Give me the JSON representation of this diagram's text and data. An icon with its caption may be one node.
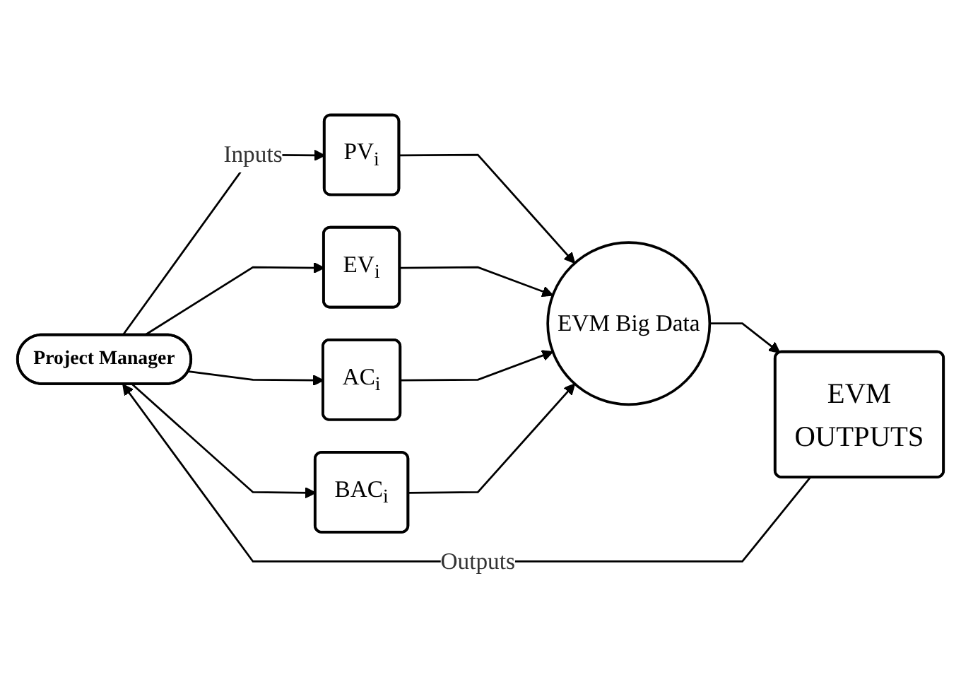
{
  "diagram": {
    "nodes": [
      {
        "text": [
          "Project Manager"
        ]
      },
      {
        "text": [
          "PV$_{i}$"
        ]
      },
      {
        "text": [
          "EV$_{i}$"
        ]
      },
      {
        "text": [
          "AC$_{i}$"
        ]
      },
      {
        "text": [
          "BAC$_{i}$"
        ]
      },
      {
        "text": [
          "EVM Big Data"
        ]
      },
      {
        "text": [
          "EVM",
          "OUTPUTS"
        ]
      }
    ],
    "edges": [
      {
        "from": 0,
        "to": 1,
        "arrow": "to",
        "label": "Inputs"
      },
      {
        "from": 0,
        "to": 2,
        "arrow": "to"
      },
      {
        "from": 0,
        "to": 3,
        "arrow": "to"
      },
      {
        "from": 0,
        "to": 4,
        "arrow": "to"
      },
      {
        "from": 1,
        "to": 5,
        "arrow": "to"
      },
      {
        "from": 2,
        "to": 5,
        "arrow": "to"
      },
      {
        "from": 3,
        "to": 5,
        "arrow": "to"
      },
      {
        "from": 4,
        "to": 5,
        "arrow": "to"
      },
      {
        "from": 5,
        "to": 6,
        "arrow": "to"
      },
      {
        "from": 6,
        "to": 0,
        "arrow": "to",
        "label": "Outputs"
      }
    ]
  }
}
